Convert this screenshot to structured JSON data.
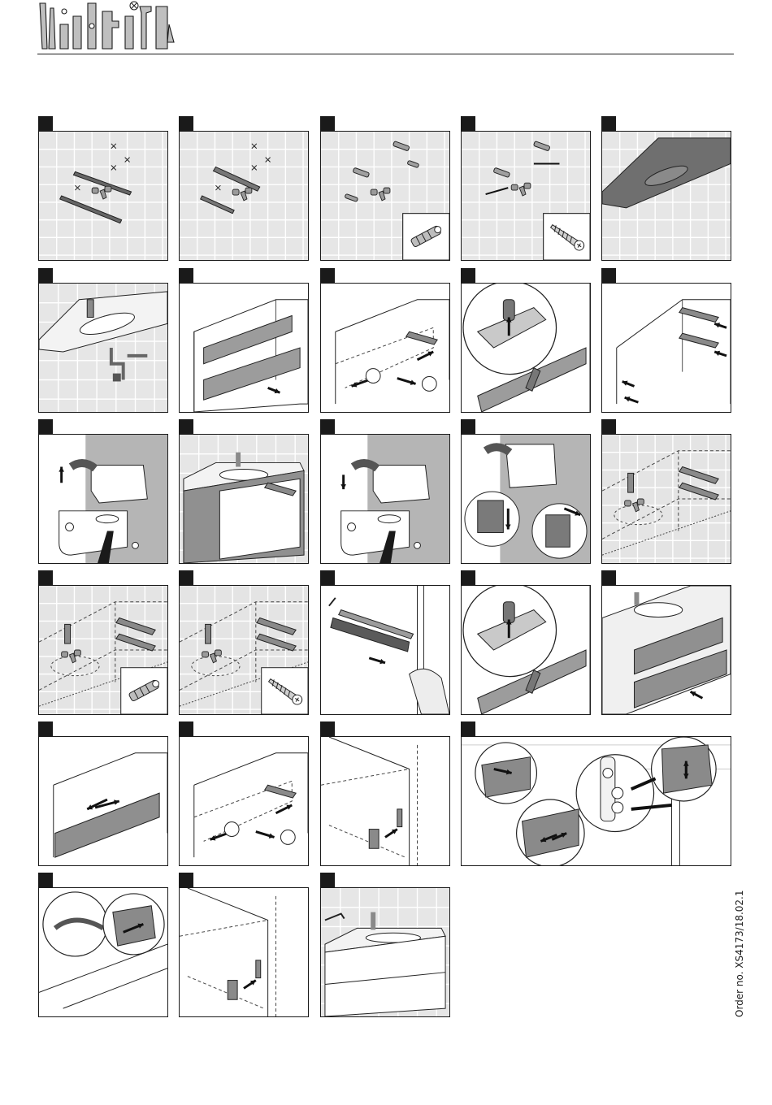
{
  "document": {
    "order_number": "Order no. XS4173/18.02.1",
    "brand_logo_icons": [
      "screwdriver-icon",
      "spirit-level-icon",
      "drill-icon",
      "adjustable-wrench-icon",
      "pencil-icon",
      "clamp-icon"
    ]
  },
  "steps": [
    {
      "scene": "tiles-drill-marks"
    },
    {
      "scene": "tiles-drill"
    },
    {
      "scene": "tiles-dowels",
      "inset": "dowel"
    },
    {
      "scene": "tiles-bolts",
      "inset": "screw"
    },
    {
      "scene": "tiles-basin"
    },
    {
      "scene": "tiles-basin-trap"
    },
    {
      "scene": "cabinet-remove-drawers"
    },
    {
      "scene": "cabinet-remove-runners"
    },
    {
      "scene": "clip-detail"
    },
    {
      "scene": "cabinet-arrows"
    },
    {
      "scene": "bracket-up"
    },
    {
      "scene": "tiles-cabinet-basin"
    },
    {
      "scene": "bracket-down"
    },
    {
      "scene": "bracket-adjust"
    },
    {
      "scene": "dashed-cabinet-wall"
    },
    {
      "scene": "dashed-cabinet-wall",
      "inset": "dowel"
    },
    {
      "scene": "dashed-cabinet-wall",
      "inset": "screw"
    },
    {
      "scene": "runner-hand"
    },
    {
      "scene": "clip-detail"
    },
    {
      "scene": "cabinet-insert-drawers"
    },
    {
      "scene": "cabinet-drawer-out"
    },
    {
      "scene": "cabinet-remove-runners"
    },
    {
      "scene": "side-panel"
    },
    {
      "scene": "adjust-wide"
    },
    {
      "scene": "drawer-detail"
    },
    {
      "scene": "side-panel"
    },
    {
      "scene": "tiles-finished"
    }
  ]
}
